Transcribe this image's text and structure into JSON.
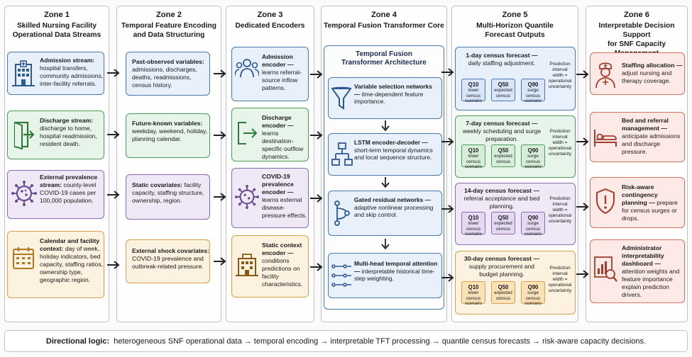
{
  "zones": [
    {
      "num": "Zone 1",
      "title1": "Skilled Nursing Facility",
      "title2": "Operational Data Streams"
    },
    {
      "num": "Zone 2",
      "title1": "Temporal Feature Encoding",
      "title2": "and Data Structuring"
    },
    {
      "num": "Zone 3",
      "title1": "Dedicated Encoders",
      "title2": ""
    },
    {
      "num": "Zone 4",
      "title1": "Temporal Fusion Transformer Core",
      "title2": ""
    },
    {
      "num": "Zone 5",
      "title1": "Multi-Horizon Quantile",
      "title2": "Forecast Outputs"
    },
    {
      "num": "Zone 6",
      "title1": "Interpretable Decision Support",
      "title2": "for SNF Capacity Management"
    }
  ],
  "zone1": [
    {
      "head": "Admission stream:",
      "body": "hospital transfers, community admissions, inter-facility referrals.",
      "icon": "hospital-building-icon"
    },
    {
      "head": "Discharge stream:",
      "body": "discharge to home, hospital readmission, resident death.",
      "icon": "exit-door-icon"
    },
    {
      "head": "External prevalence stream:",
      "body": "county-level COVID-19 cases per 100,000 population.",
      "icon": "virus-icon"
    },
    {
      "head": "Calendar and facility context:",
      "body": "day of week, holiday indicators, bed capacity, staffing ratios, ownership type, geographic region.",
      "icon": "calendar-icon"
    }
  ],
  "zone2": [
    {
      "head": "Past-observed variables:",
      "body": "admissions, discharges, deaths, readmissions, census history."
    },
    {
      "head": "Future-known variables:",
      "body": "weekday, weekend, holiday, planning calendar."
    },
    {
      "head": "Static covariates:",
      "body": "facility capacity, staffing structure, ownership, region."
    },
    {
      "head": "External shock covariates:",
      "body": "COVID-19 prevalence and outbreak-related pressure."
    }
  ],
  "zone3": [
    {
      "head": "Admission encoder —",
      "body": "learns referral-source inflow patterns.",
      "icon": "people-group-icon"
    },
    {
      "head": "Discharge encoder —",
      "body": "learns destination-specific outflow dynamics.",
      "icon": "exit-arrow-icon"
    },
    {
      "head": "COVID-19 prevalence encoder —",
      "body": "learns external disease-pressure effects.",
      "icon": "virus-icon"
    },
    {
      "head": "Static context encoder —",
      "body": "conditions predictions on facility characteristics.",
      "icon": "facility-building-icon"
    }
  ],
  "zone4": {
    "title": "Temporal Fusion Transformer Architecture",
    "blocks": [
      {
        "head": "Variable selection networks —",
        "body": "time-dependent feature importance.",
        "icon": "funnel-icon"
      },
      {
        "head": "LSTM encoder-decoder —",
        "body": "short-term temporal dynamics and local sequence structure.",
        "icon": "network-hierarchy-icon"
      },
      {
        "head": "Gated residual networks —",
        "body": "adaptive nonlinear processing and skip control.",
        "icon": "skip-connection-icon"
      },
      {
        "head": "Multi-head temporal attention —",
        "body": "interpretable historical time-step weighting.",
        "icon": "attention-icon"
      }
    ]
  },
  "zone5": [
    {
      "title": "1-day census forecast —",
      "body": "daily staffing adjustment.",
      "color": "#4a78b4"
    },
    {
      "title": "7-day census forecast —",
      "body": "weekly scheduling and surge preparation.",
      "color": "#4d9a5b"
    },
    {
      "title": "14-day census forecast —",
      "body": "referral acceptance and bed planning.",
      "color": "#8a6bb0"
    },
    {
      "title": "30-day census forecast —",
      "body": "supply procurement and budget planning.",
      "color": "#d9a24a"
    }
  ],
  "quantiles": [
    {
      "q": "Q10",
      "label1": "lower",
      "label2": "census",
      "label3": "scenario"
    },
    {
      "q": "Q50",
      "label1": "expected",
      "label2": "census",
      "label3": ""
    },
    {
      "q": "Q90",
      "label1": "surge",
      "label2": "census",
      "label3": "scenario"
    }
  ],
  "interval": {
    "l1": "Prediction",
    "l2": "interval",
    "l3": "width =",
    "l4": "operational",
    "l5": "uncertainty"
  },
  "zone6": [
    {
      "head": "Staffing allocation —",
      "body": "adjust nursing and therapy coverage.",
      "icon": "nurse-icon"
    },
    {
      "head": "Bed and referral management —",
      "body": "anticipate admissions and discharge pressure.",
      "icon": "bed-icon"
    },
    {
      "head": "Risk-aware contingency planning —",
      "body": "prepare for census surges or drops.",
      "icon": "warning-shield-icon"
    },
    {
      "head": "Administrator interpretability dashboard —",
      "body": "attention weights and feature importance explain prediction drivers.",
      "icon": "dashboard-analytics-icon"
    }
  ],
  "footer": {
    "label": "Directional logic:",
    "text": "heterogeneous SNF operational data → temporal encoding → interpretable TFT processing → quantile census forecasts → risk-aware capacity decisions."
  }
}
